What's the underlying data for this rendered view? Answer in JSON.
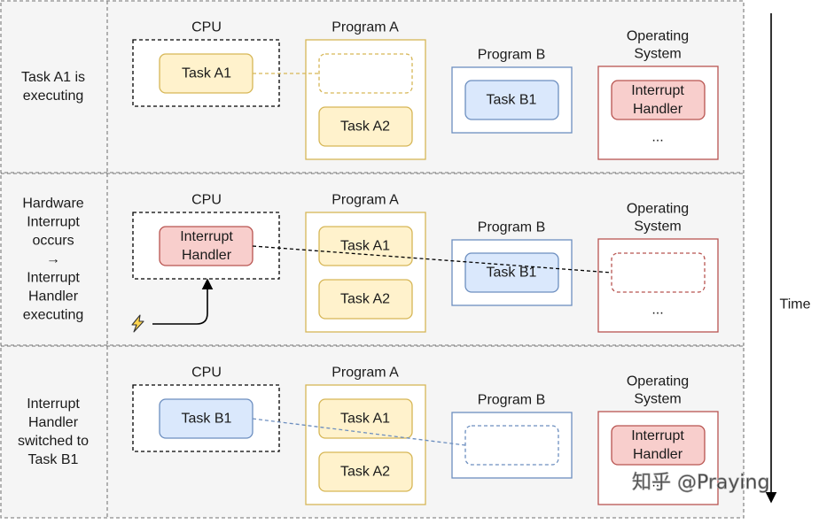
{
  "colors": {
    "band_fill": "#f5f5f5",
    "band_stroke": "#8c8c8c",
    "cpu_stroke": "#000000",
    "program_a_stroke": "#d6b656",
    "program_b_stroke": "#6c8ebf",
    "os_stroke": "#b85450",
    "task_a_fill": "#fff2cc",
    "task_b_fill": "#dae8fc",
    "handler_fill": "#f8cecc",
    "bolt_fill": "#ffd54f"
  },
  "time_label": "Time",
  "watermark": "知乎 @Praying",
  "bands": [
    {
      "label_lines": [
        "Task A1 is",
        "executing"
      ],
      "cpu": {
        "title": "CPU",
        "task": [
          "Task A1"
        ]
      },
      "program_a": {
        "title": "Program A",
        "slot1": [],
        "slot2": [
          "Task A2"
        ]
      },
      "program_b": {
        "title": "Program B",
        "slot1": [
          "Task B1"
        ]
      },
      "os": {
        "title_lines": [
          "Operating",
          "System"
        ],
        "slot1": [
          "Interrupt",
          "Handler"
        ],
        "ellipsis": "..."
      }
    },
    {
      "label_lines": [
        "Hardware",
        "Interrupt",
        "occurs",
        "→",
        "Interrupt",
        "Handler",
        "executing"
      ],
      "cpu": {
        "title": "CPU",
        "task": [
          "Interrupt",
          "Handler"
        ]
      },
      "program_a": {
        "title": "Program A",
        "slot1": [
          "Task A1"
        ],
        "slot2": [
          "Task A2"
        ]
      },
      "program_b": {
        "title": "Program B",
        "slot1": [
          "Task B1"
        ]
      },
      "os": {
        "title_lines": [
          "Operating",
          "System"
        ],
        "slot1": [],
        "ellipsis": "..."
      }
    },
    {
      "label_lines": [
        "Interrupt",
        "Handler",
        "switched to",
        "Task B1"
      ],
      "cpu": {
        "title": "CPU",
        "task": [
          "Task B1"
        ]
      },
      "program_a": {
        "title": "Program A",
        "slot1": [
          "Task A1"
        ],
        "slot2": [
          "Task A2"
        ]
      },
      "program_b": {
        "title": "Program B",
        "slot1": []
      },
      "os": {
        "title_lines": [
          "Operating",
          "System"
        ],
        "slot1": [
          "Interrupt",
          "Handler"
        ],
        "ellipsis": "..."
      }
    }
  ]
}
